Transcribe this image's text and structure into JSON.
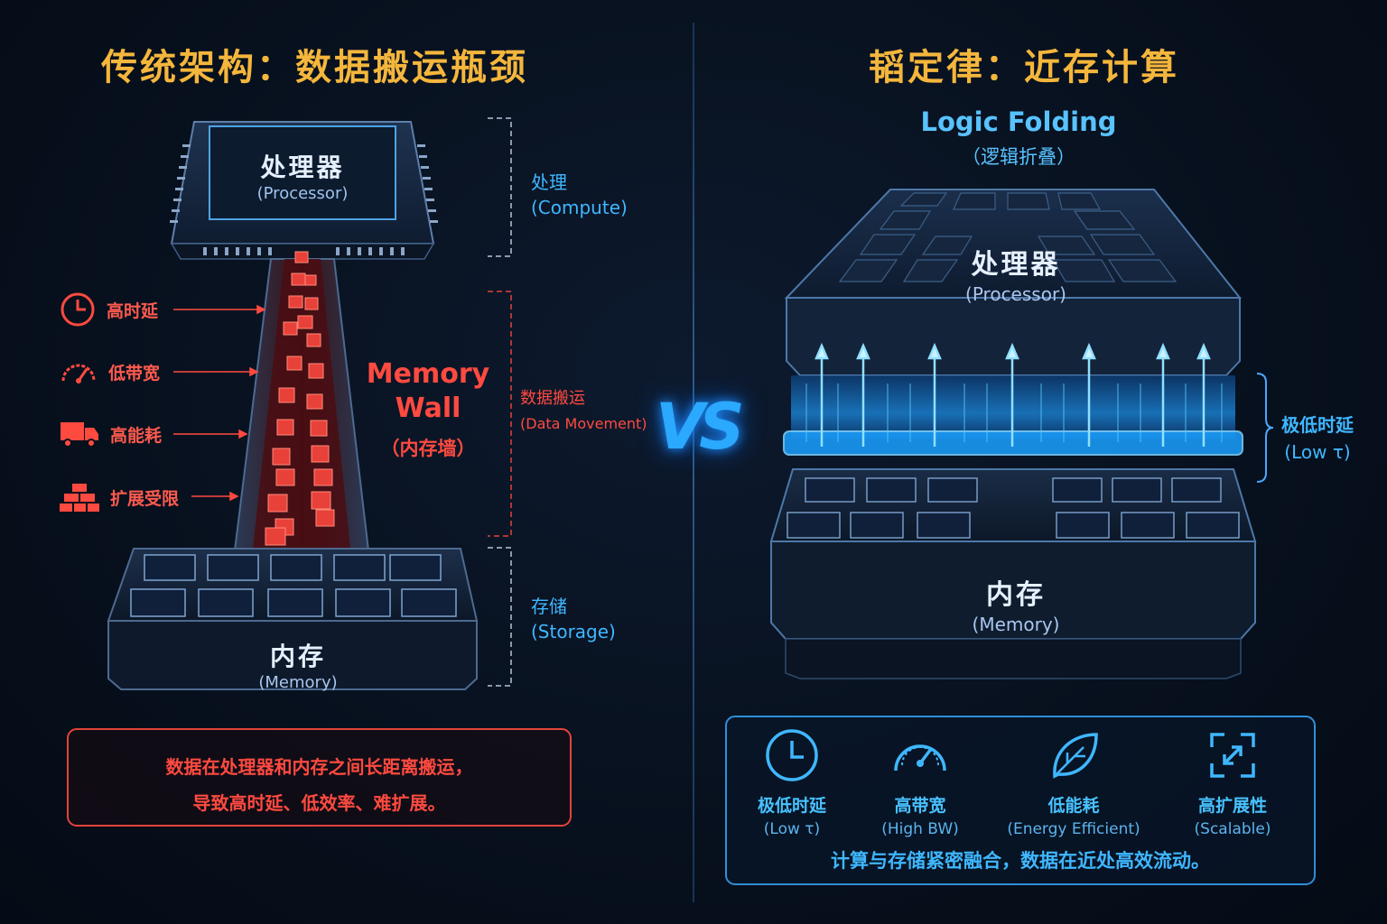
{
  "left": {
    "title": "传统架构：数据搬运瓶颈",
    "processor": {
      "cn": "处理器",
      "en": "(Processor)"
    },
    "memory": {
      "cn": "内存",
      "en": "(Memory)"
    },
    "issues": [
      {
        "icon": "clock-icon",
        "label": "高时延"
      },
      {
        "icon": "gauge-icon",
        "label": "低带宽"
      },
      {
        "icon": "truck-icon",
        "label": "高能耗"
      },
      {
        "icon": "bricks-icon",
        "label": "扩展受限"
      }
    ],
    "wall": {
      "line1": "Memory",
      "line2": "Wall",
      "cn": "（内存墙）"
    },
    "brackets": {
      "compute": {
        "cn": "处理",
        "en": "(Compute)"
      },
      "movement": {
        "cn": "数据搬运",
        "en": "(Data Movement)"
      },
      "storage": {
        "cn": "存储",
        "en": "(Storage)"
      }
    },
    "summary": {
      "line1": "数据在处理器和内存之间长距离搬运，",
      "line2": "导致高时延、低效率、难扩展。"
    }
  },
  "vs": "VS",
  "right": {
    "title": "韬定律：近存计算",
    "logic": {
      "en": "Logic Folding",
      "cn": "（逻辑折叠）"
    },
    "processor": {
      "cn": "处理器",
      "en": "(Processor)"
    },
    "memory": {
      "cn": "内存",
      "en": "(Memory)"
    },
    "latency": {
      "cn": "极低时延",
      "en": "(Low τ)"
    },
    "features": [
      {
        "icon": "clock-icon",
        "cn": "极低时延",
        "en": "(Low τ)"
      },
      {
        "icon": "gauge-icon",
        "cn": "高带宽",
        "en": "(High BW)"
      },
      {
        "icon": "leaf-icon",
        "cn": "低能耗",
        "en": "(Energy Efficient)"
      },
      {
        "icon": "expand-icon",
        "cn": "高扩展性",
        "en": "(Scalable)"
      }
    ],
    "summary": "计算与存储紧密融合，数据在近处高效流动。"
  },
  "colors": {
    "accent_gold": "#f4b63c",
    "red": "#ff4a40",
    "blue": "#3fb7ff"
  }
}
